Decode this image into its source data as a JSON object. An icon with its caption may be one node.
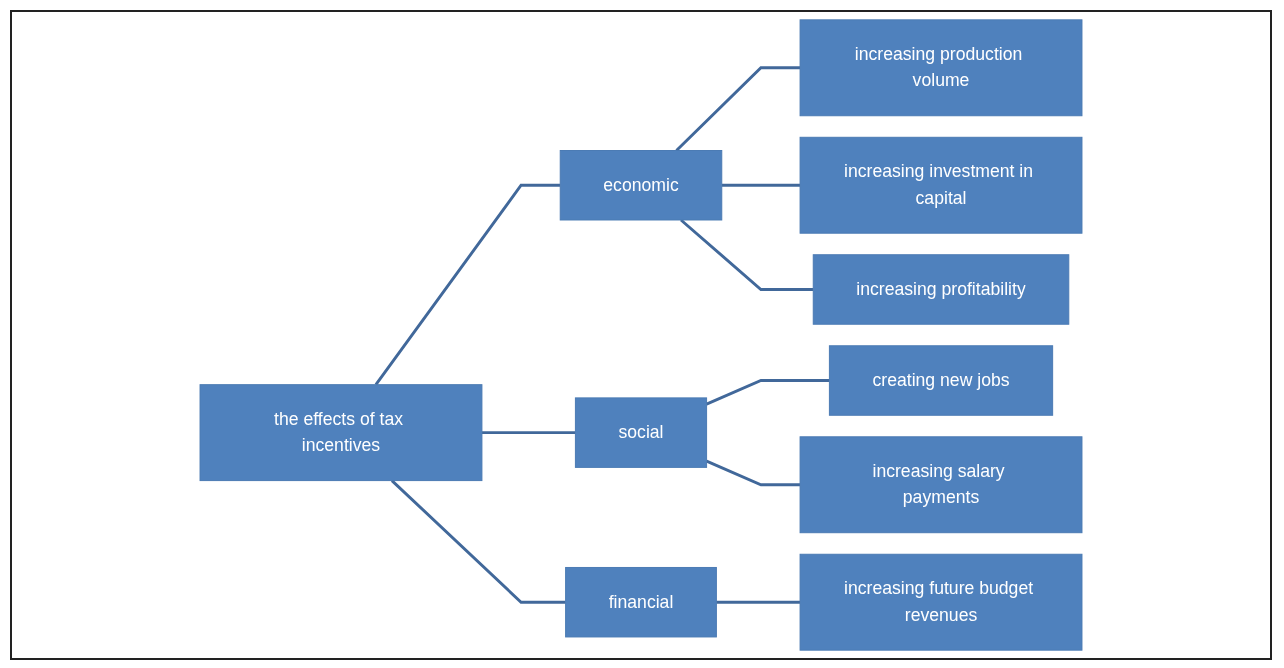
{
  "diagram": {
    "nodes": [
      {
        "text": [
          "the effects of tax incentives"
        ]
      },
      {
        "text": [
          "economic"
        ]
      },
      {
        "text": [
          "social"
        ]
      },
      {
        "text": [
          "financial"
        ]
      },
      {
        "text": [
          "increasing production volume"
        ]
      },
      {
        "text": [
          "increasing investment in capital"
        ]
      },
      {
        "text": [
          "increasing profitability"
        ]
      },
      {
        "text": [
          "creating new jobs"
        ]
      },
      {
        "text": [
          "increasing salary payments"
        ]
      },
      {
        "text": [
          "increasing future budget revenues"
        ]
      }
    ],
    "edges": [
      {
        "from": 0,
        "to": 1,
        "arrow": "none"
      },
      {
        "from": 0,
        "to": 2,
        "arrow": "none"
      },
      {
        "from": 0,
        "to": 3,
        "arrow": "none"
      },
      {
        "from": 1,
        "to": 4,
        "arrow": "none"
      },
      {
        "from": 1,
        "to": 5,
        "arrow": "none"
      },
      {
        "from": 1,
        "to": 6,
        "arrow": "none"
      },
      {
        "from": 2,
        "to": 7,
        "arrow": "none"
      },
      {
        "from": 2,
        "to": 8,
        "arrow": "none"
      },
      {
        "from": 3,
        "to": 9,
        "arrow": "none"
      }
    ]
  }
}
